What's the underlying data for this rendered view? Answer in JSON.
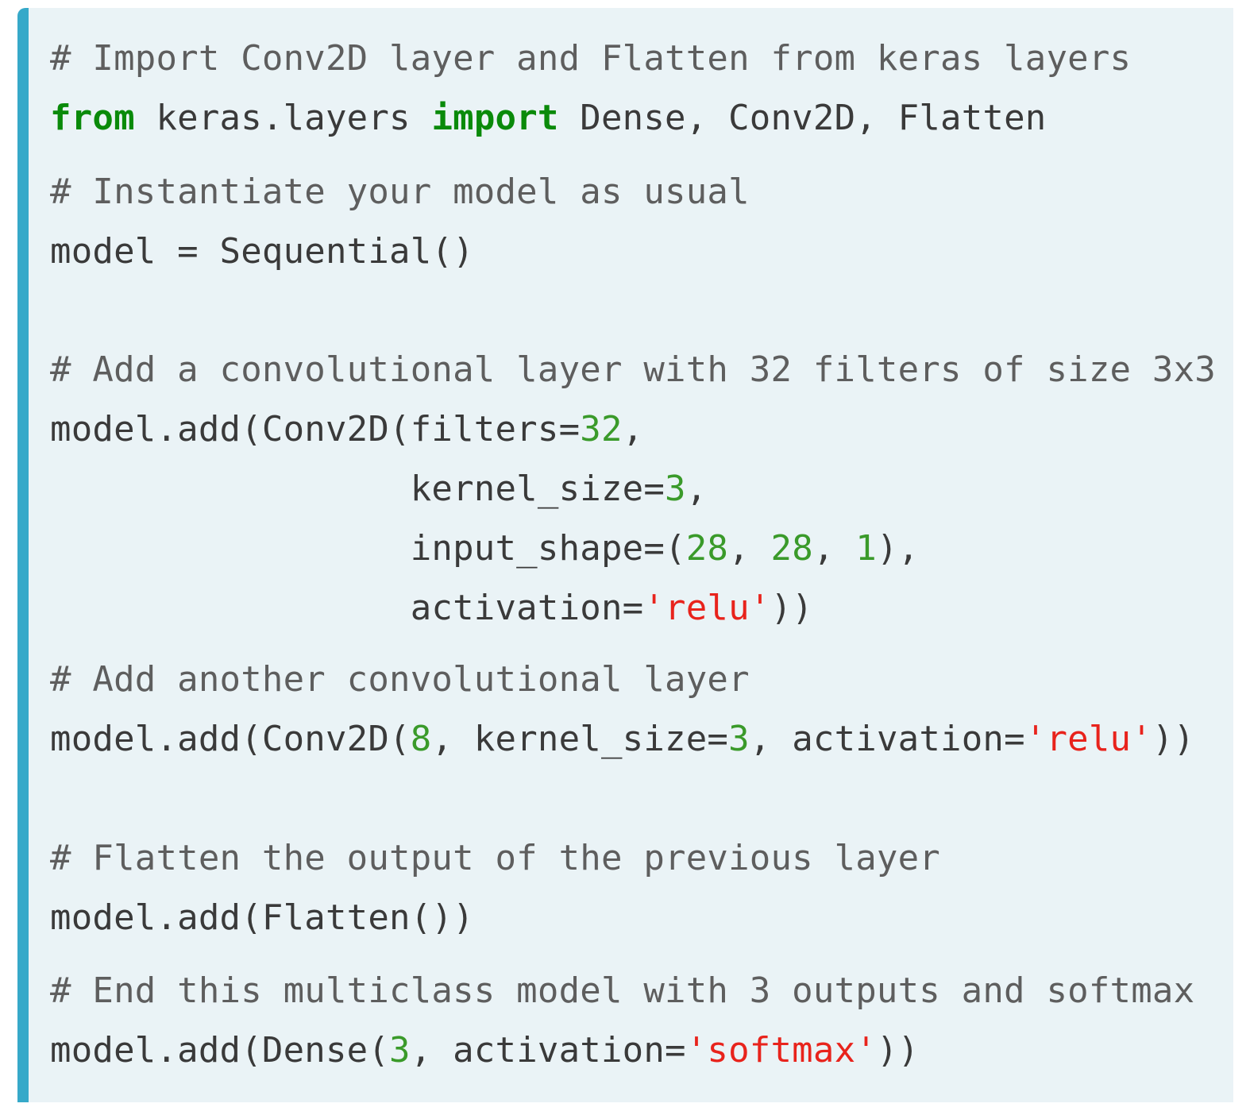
{
  "colors": {
    "accent": "#36a9c9",
    "background": "#eaf3f6",
    "keyword": "#0a8a0a",
    "number": "#3a9a2a",
    "string": "#e8231c",
    "comment": "#5e5e5e"
  },
  "code": {
    "lines": [
      [
        {
          "t": "comment",
          "v": "# Import Conv2D layer and Flatten from keras layers"
        }
      ],
      [
        {
          "t": "keyword",
          "v": "from"
        },
        {
          "t": "plain",
          "v": " keras.layers "
        },
        {
          "t": "keyword",
          "v": "import"
        },
        {
          "t": "plain",
          "v": " Dense, Conv2D, Flatten"
        }
      ],
      [
        {
          "t": "comment",
          "v": "# Instantiate your model as usual"
        }
      ],
      [
        {
          "t": "plain",
          "v": "model = Sequential()"
        }
      ],
      [
        {
          "t": "comment",
          "v": "# Add a convolutional layer with 32 filters of size 3x3"
        }
      ],
      [
        {
          "t": "plain",
          "v": "model.add(Conv2D(filters="
        },
        {
          "t": "number",
          "v": "32"
        },
        {
          "t": "plain",
          "v": ","
        }
      ],
      [
        {
          "t": "plain",
          "v": "                 kernel_size="
        },
        {
          "t": "number",
          "v": "3"
        },
        {
          "t": "plain",
          "v": ","
        }
      ],
      [
        {
          "t": "plain",
          "v": "                 input_shape=("
        },
        {
          "t": "number",
          "v": "28"
        },
        {
          "t": "plain",
          "v": ", "
        },
        {
          "t": "number",
          "v": "28"
        },
        {
          "t": "plain",
          "v": ", "
        },
        {
          "t": "number",
          "v": "1"
        },
        {
          "t": "plain",
          "v": "),"
        }
      ],
      [
        {
          "t": "plain",
          "v": "                 activation="
        },
        {
          "t": "string",
          "v": "'relu'"
        },
        {
          "t": "plain",
          "v": "))"
        }
      ],
      [
        {
          "t": "comment",
          "v": "# Add another convolutional layer"
        }
      ],
      [
        {
          "t": "plain",
          "v": "model.add(Conv2D("
        },
        {
          "t": "number",
          "v": "8"
        },
        {
          "t": "plain",
          "v": ", kernel_size="
        },
        {
          "t": "number",
          "v": "3"
        },
        {
          "t": "plain",
          "v": ", activation="
        },
        {
          "t": "string",
          "v": "'relu'"
        },
        {
          "t": "plain",
          "v": "))"
        }
      ],
      [
        {
          "t": "comment",
          "v": "# Flatten the output of the previous layer"
        }
      ],
      [
        {
          "t": "plain",
          "v": "model.add(Flatten())"
        }
      ],
      [
        {
          "t": "comment",
          "v": "# End this multiclass model with 3 outputs and softmax"
        }
      ],
      [
        {
          "t": "plain",
          "v": "model.add(Dense("
        },
        {
          "t": "number",
          "v": "3"
        },
        {
          "t": "plain",
          "v": ", activation="
        },
        {
          "t": "string",
          "v": "'softmax'"
        },
        {
          "t": "plain",
          "v": "))"
        }
      ]
    ]
  }
}
